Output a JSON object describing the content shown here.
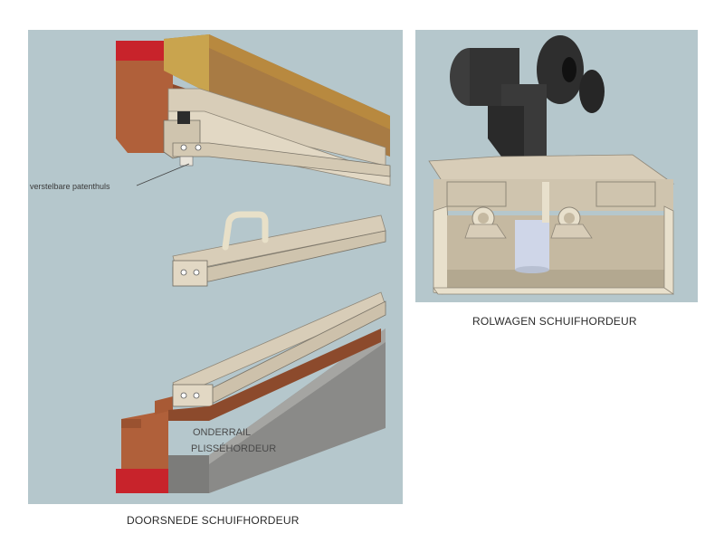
{
  "left_panel": {
    "callout_label": "verstelbare patenthuls",
    "overlay_label_line1": "ONDERRAIL",
    "overlay_label_line2": "PLISSÉHORDEUR",
    "caption": "DOORSNEDE SCHUIFHORDEUR"
  },
  "right_panel": {
    "caption": "ROLWAGEN SCHUIFHORDEUR"
  },
  "colors": {
    "panel_background": "#b5c7cc",
    "wood": "#b0603a",
    "red_end": "#c8232b",
    "aluminium_beige": "#d8cdb8",
    "steel_rail": "#8a8a88",
    "roller_dark": "#3a3a3a"
  }
}
